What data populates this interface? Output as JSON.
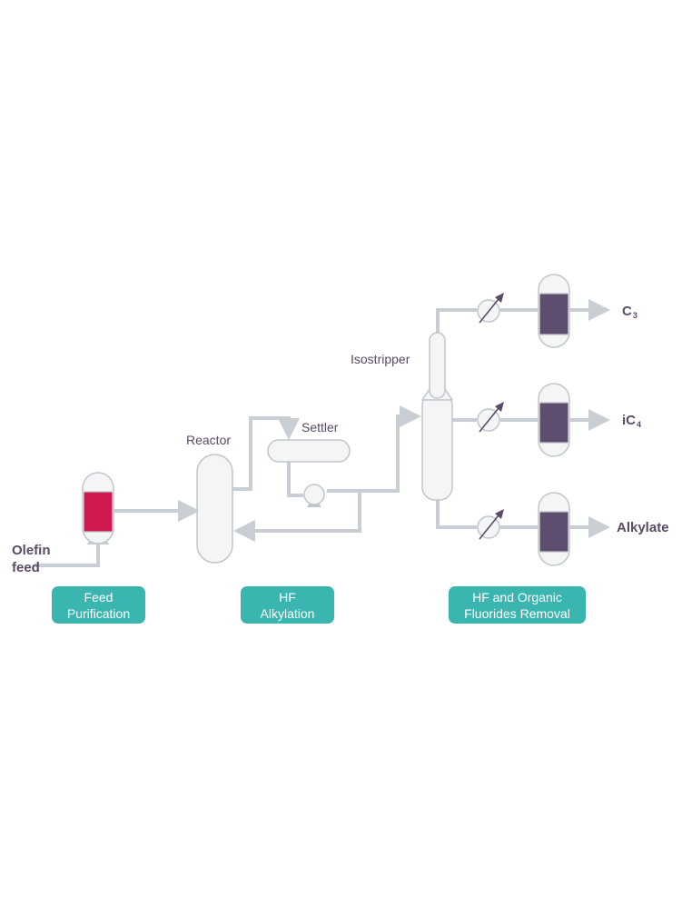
{
  "labels": {
    "reactor": "Reactor",
    "settler": "Settler",
    "isostripper": "Isostripper"
  },
  "feed": {
    "line1": "Olefin",
    "line2": "feed"
  },
  "products": [
    {
      "main": "C",
      "sub": "3"
    },
    {
      "main": "iC",
      "sub": "4"
    },
    {
      "main": "Alkylate",
      "sub": ""
    }
  ],
  "sections": [
    {
      "line1": "Feed",
      "line2": "Purification"
    },
    {
      "line1": "HF",
      "line2": "Alkylation"
    },
    {
      "line1": "HF and Organic",
      "line2": "Fluorides Removal"
    }
  ],
  "colors": {
    "pipe": "#c8ced3",
    "vessel_fill": "#f4f5f6",
    "vessel_outline": "#c0c5ca",
    "purifier_bed": "#d0194e",
    "treater_bed": "#5d4d6e",
    "label_text": "#5a4a66",
    "section_pill": "#3bb5b0"
  },
  "icons": [
    "pump-icon",
    "heat-exchanger-icon"
  ]
}
